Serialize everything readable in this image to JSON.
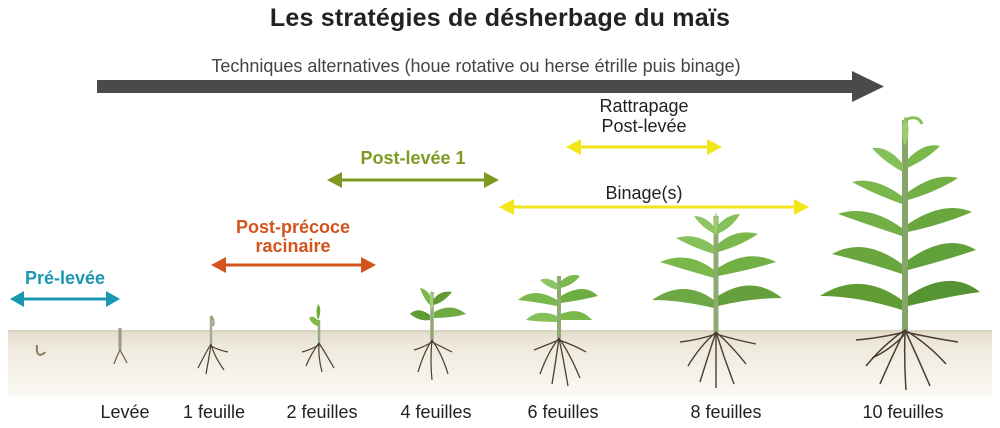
{
  "title": "Les stratégies de désherbage du maïs",
  "strategies": {
    "alternatives": "Techniques alternatives (houe rotative ou herse étrille puis binage)",
    "pre_levee": "Pré-levée",
    "post_precoce_line1": "Post-précoce",
    "post_precoce_line2": "racinaire",
    "post_levee_1": "Post-levée 1",
    "rattrapage_line1": "Rattrapage",
    "rattrapage_line2": "Post-levée",
    "binages": "Binage(s)"
  },
  "stages": [
    {
      "label": ""
    },
    {
      "label": "Levée"
    },
    {
      "label": "1 feuille"
    },
    {
      "label": "2 feuilles"
    },
    {
      "label": "4 feuilles"
    },
    {
      "label": "6 feuilles"
    },
    {
      "label": "8 feuilles"
    },
    {
      "label": "10 feuilles"
    }
  ],
  "colors": {
    "alternatives": "#4a4a4a",
    "pre_levee": "#1a98b2",
    "post_precoce": "#d4541e",
    "post_levee": "#7f9a22",
    "rattrapage": "#f2e61a",
    "leaf": "#5fa53a",
    "soil": "#ede6d8"
  }
}
